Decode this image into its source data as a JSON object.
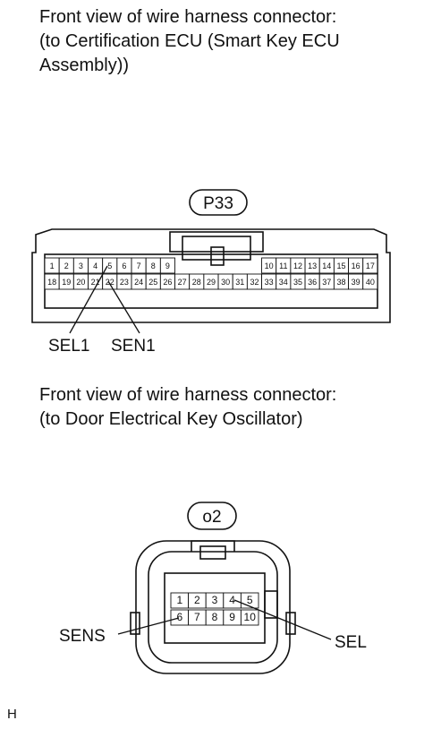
{
  "connector1": {
    "caption_lines": [
      "Front view of wire harness connector:",
      "(to Certification ECU (Smart Key ECU",
      "Assembly))"
    ],
    "code": "P33",
    "pins_top_left": [
      "1",
      "2",
      "3",
      "4",
      "5",
      "6",
      "7",
      "8",
      "9"
    ],
    "pins_top_right": [
      "10",
      "11",
      "12",
      "13",
      "14",
      "15",
      "16",
      "17"
    ],
    "pins_bottom": [
      "18",
      "19",
      "20",
      "21",
      "22",
      "23",
      "24",
      "25",
      "26",
      "27",
      "28",
      "29",
      "30",
      "31",
      "32",
      "33",
      "34",
      "35",
      "36",
      "37",
      "38",
      "39",
      "40"
    ],
    "labels": {
      "sel1": "SEL1",
      "sen1": "SEN1"
    }
  },
  "connector2": {
    "caption_lines": [
      "Front view of wire harness connector:",
      "(to Door Electrical Key Oscillator)"
    ],
    "code": "o2",
    "pins_top": [
      "1",
      "2",
      "3",
      "4",
      "5"
    ],
    "pins_bottom": [
      "6",
      "7",
      "8",
      "9",
      "10"
    ],
    "labels": {
      "sens": "SENS",
      "sel": "SEL"
    }
  },
  "corner_mark": "H"
}
